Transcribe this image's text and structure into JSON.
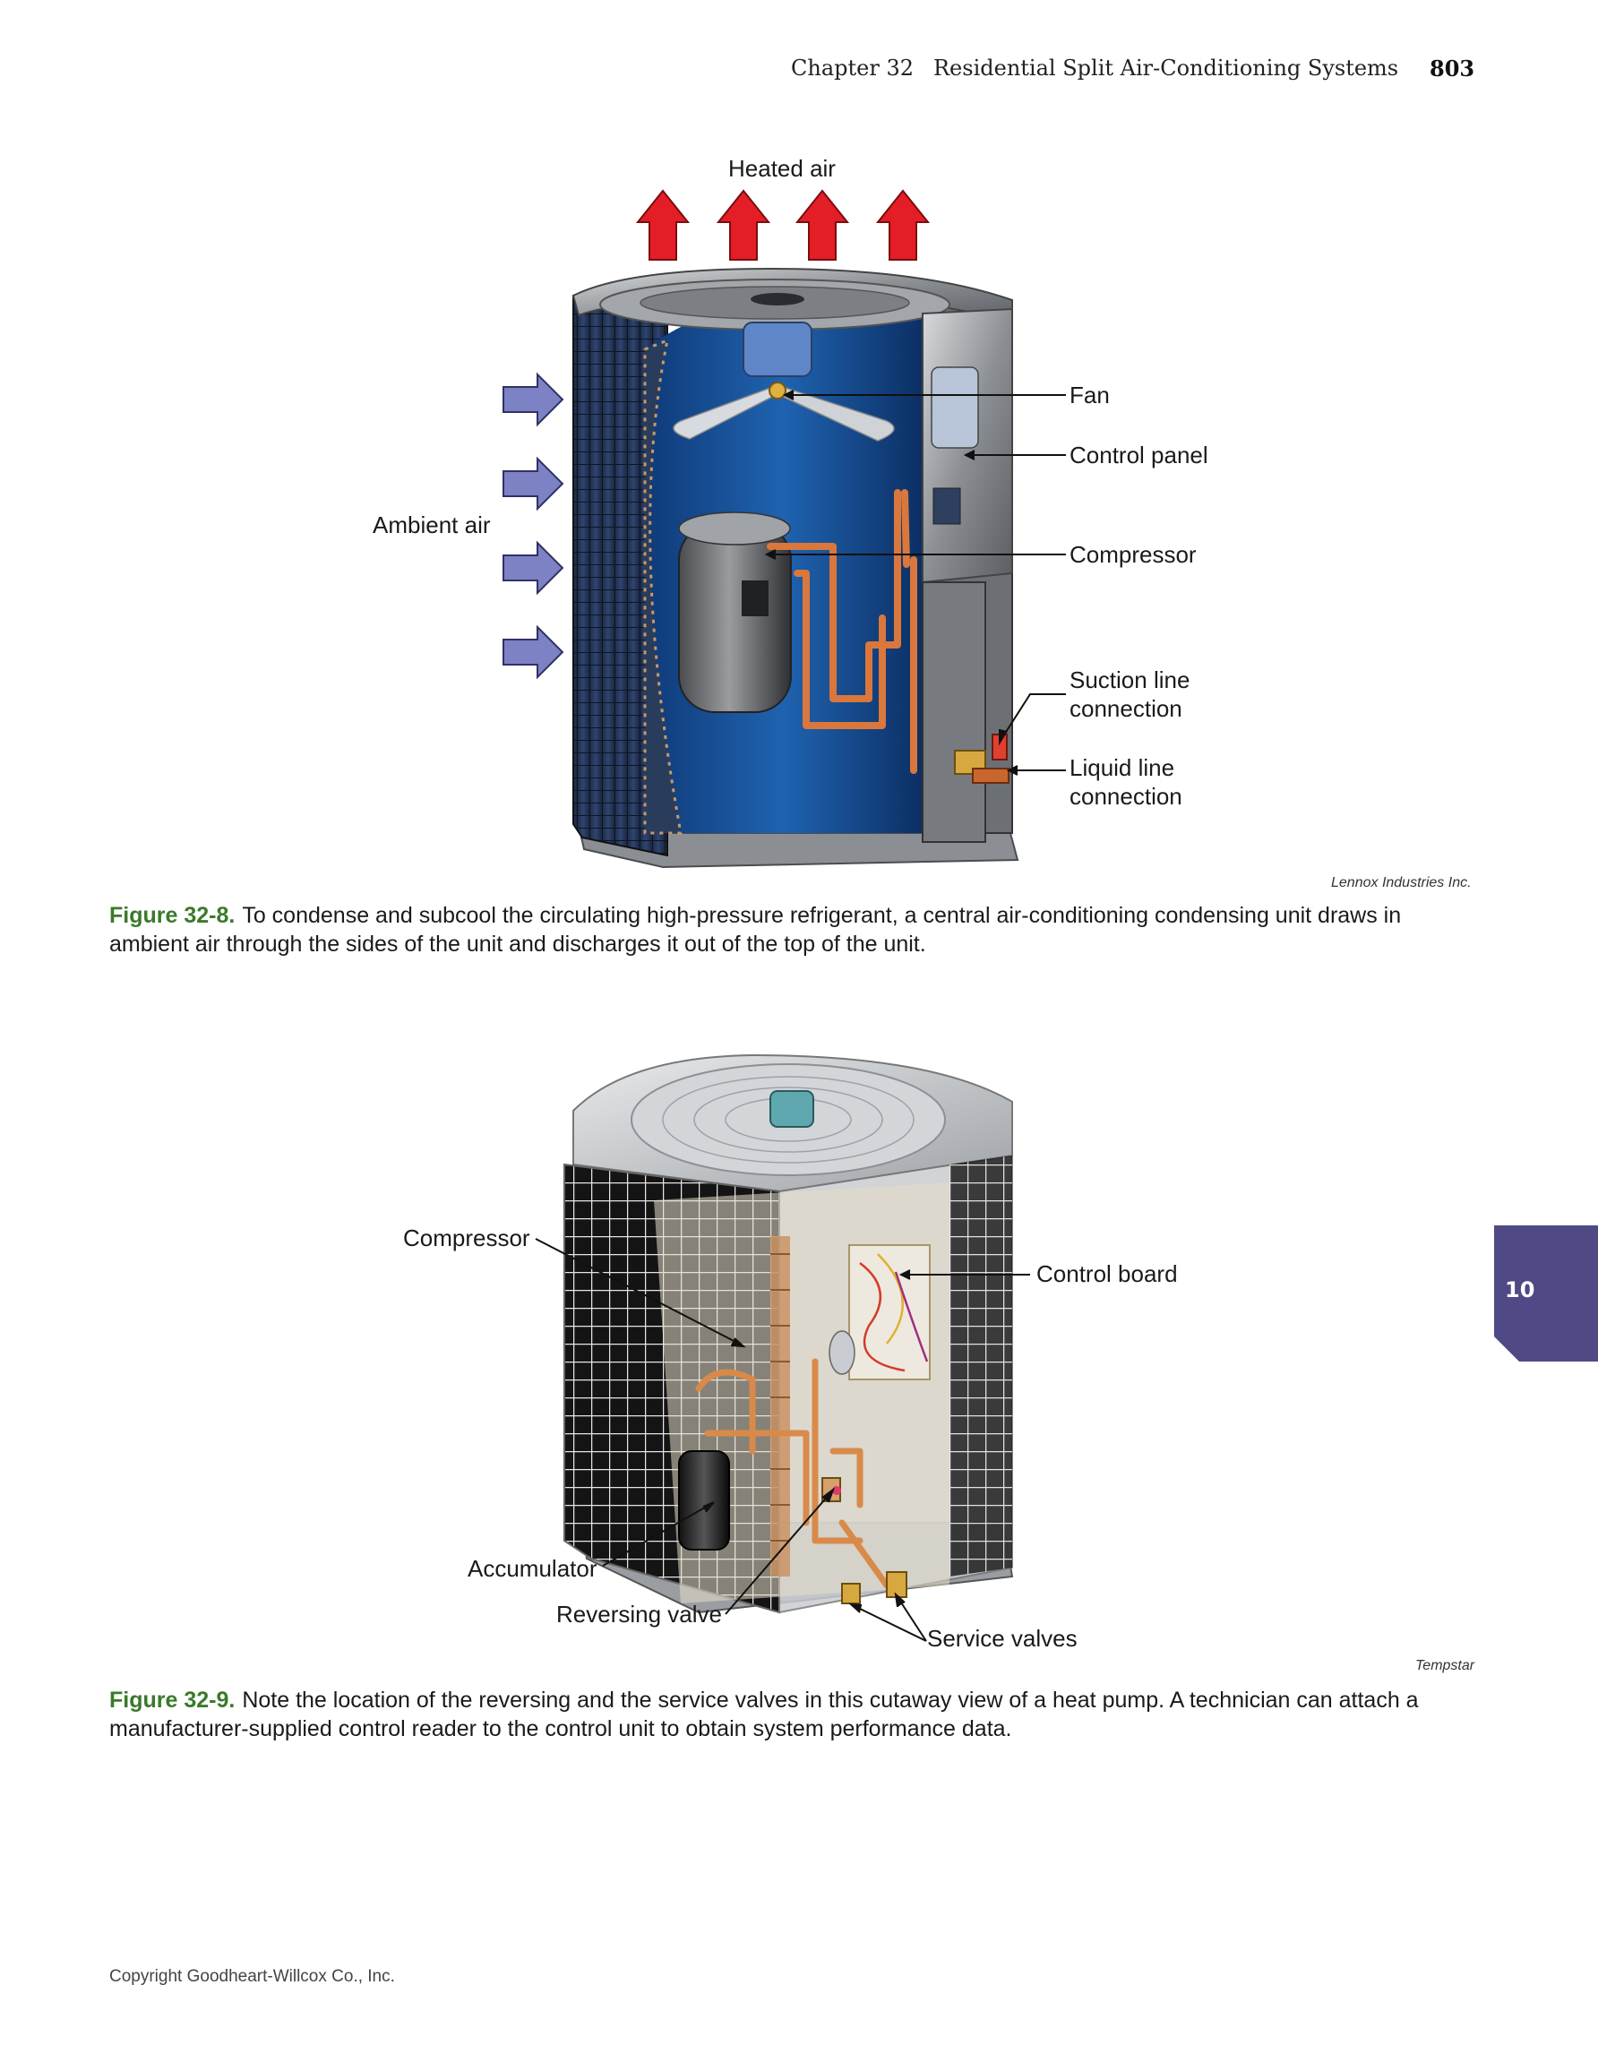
{
  "header": {
    "chapter_num": "Chapter 32",
    "chapter_title": "Residential Split Air-Conditioning Systems",
    "page_number": "803"
  },
  "figure1": {
    "labels": {
      "heated_air": "Heated air",
      "ambient_air": "Ambient air",
      "fan": "Fan",
      "control_panel": "Control panel",
      "compressor": "Compressor",
      "suction_line_1": "Suction line",
      "suction_line_2": "connection",
      "liquid_line_1": "Liquid line",
      "liquid_line_2": "connection"
    },
    "credit": "Lennox Industries Inc.",
    "caption_num": "Figure 32-8.",
    "caption_text": "To condense and subcool the circulating high-pressure refrigerant, a central air-conditioning condensing unit draws in ambient air through the sides of the unit and discharges it out of the top of the unit."
  },
  "figure2": {
    "labels": {
      "compressor": "Compressor",
      "control_board": "Control board",
      "accumulator": "Accumulator",
      "reversing_valve": "Reversing valve",
      "service_valves": "Service valves"
    },
    "credit": "Tempstar",
    "caption_num": "Figure 32-9.",
    "caption_text": "Note the location of the reversing and the service valves in this cutaway view of a heat pump. A technician can attach a manufacturer-supplied control reader to the control unit to obtain system performance data."
  },
  "side_tab": {
    "label": "10"
  },
  "footer": {
    "copyright": "Copyright Goodheart-Willcox Co., Inc."
  },
  "colors": {
    "caption_accent": "#3a7a2a",
    "tab": "#4f4a86",
    "heated_arrow": "#e41e26",
    "ambient_arrow": "#7d82c4"
  }
}
